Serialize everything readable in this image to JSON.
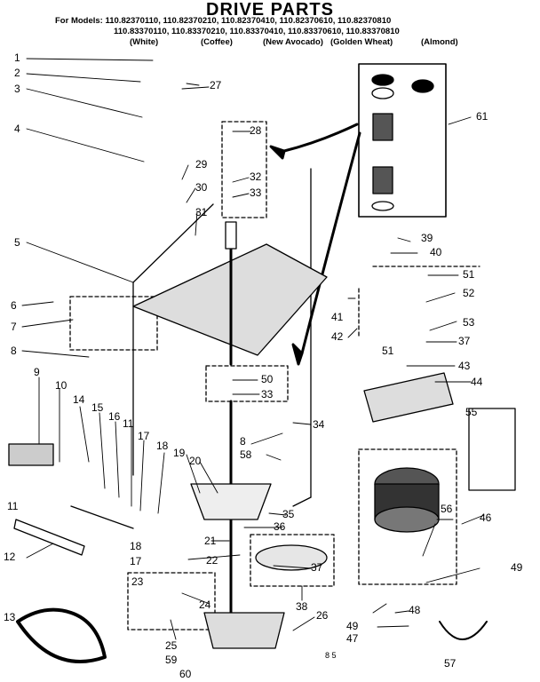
{
  "title": "DRIVE PARTS",
  "models": {
    "prefix": "For Models:",
    "row1": [
      "110.82370110,",
      "110.82370210,",
      "110.82370410,",
      "110.82370610,",
      "110.82370810"
    ],
    "row2": [
      "110.83370110,",
      "110.83370210,",
      "110.83370410,",
      "110.83370610,",
      "110.83370810"
    ],
    "colors": [
      "(White)",
      "(Coffee)",
      "(New Avocado)",
      "(Golden Wheat)",
      "(Almond)"
    ]
  },
  "callouts": [
    {
      "id": "c1",
      "text": "1"
    },
    {
      "id": "c2",
      "text": "2"
    },
    {
      "id": "c3",
      "text": "3"
    },
    {
      "id": "c4",
      "text": "4"
    },
    {
      "id": "c5",
      "text": "5"
    },
    {
      "id": "c6",
      "text": "6"
    },
    {
      "id": "c7",
      "text": "7"
    },
    {
      "id": "c8",
      "text": "8"
    },
    {
      "id": "c9",
      "text": "9"
    },
    {
      "id": "c10",
      "text": "10"
    },
    {
      "id": "c11a",
      "text": "11"
    },
    {
      "id": "c11b",
      "text": "11"
    },
    {
      "id": "c12",
      "text": "12"
    },
    {
      "id": "c13",
      "text": "13"
    },
    {
      "id": "c14",
      "text": "14"
    },
    {
      "id": "c15",
      "text": "15"
    },
    {
      "id": "c16",
      "text": "16"
    },
    {
      "id": "c17a",
      "text": "17"
    },
    {
      "id": "c17b",
      "text": "17"
    },
    {
      "id": "c18a",
      "text": "18"
    },
    {
      "id": "c18b",
      "text": "18"
    },
    {
      "id": "c19",
      "text": "19"
    },
    {
      "id": "c20",
      "text": "20"
    },
    {
      "id": "c21",
      "text": "21"
    },
    {
      "id": "c22",
      "text": "22"
    },
    {
      "id": "c23",
      "text": "23"
    },
    {
      "id": "c24",
      "text": "24"
    },
    {
      "id": "c25",
      "text": "25"
    },
    {
      "id": "c26",
      "text": "26"
    },
    {
      "id": "c27",
      "text": "27"
    },
    {
      "id": "c28",
      "text": "28"
    },
    {
      "id": "c29",
      "text": "29"
    },
    {
      "id": "c30",
      "text": "30"
    },
    {
      "id": "c31",
      "text": "31"
    },
    {
      "id": "c32",
      "text": "32"
    },
    {
      "id": "c33a",
      "text": "33"
    },
    {
      "id": "c33b",
      "text": "33"
    },
    {
      "id": "c34",
      "text": "34"
    },
    {
      "id": "c35",
      "text": "35"
    },
    {
      "id": "c36",
      "text": "36"
    },
    {
      "id": "c37a",
      "text": "37"
    },
    {
      "id": "c37b",
      "text": "37"
    },
    {
      "id": "c38",
      "text": "38"
    },
    {
      "id": "c39",
      "text": "39"
    },
    {
      "id": "c40",
      "text": "40"
    },
    {
      "id": "c41",
      "text": "41"
    },
    {
      "id": "c42",
      "text": "42"
    },
    {
      "id": "c43",
      "text": "43"
    },
    {
      "id": "c44",
      "text": "44"
    },
    {
      "id": "c46",
      "text": "46"
    },
    {
      "id": "c47",
      "text": "47"
    },
    {
      "id": "c48",
      "text": "48"
    },
    {
      "id": "c49a",
      "text": "49"
    },
    {
      "id": "c49b",
      "text": "49"
    },
    {
      "id": "c50",
      "text": "50"
    },
    {
      "id": "c51a",
      "text": "51"
    },
    {
      "id": "c51b",
      "text": "51"
    },
    {
      "id": "c52",
      "text": "52"
    },
    {
      "id": "c53",
      "text": "53"
    },
    {
      "id": "c55",
      "text": "55"
    },
    {
      "id": "c56",
      "text": "56"
    },
    {
      "id": "c57",
      "text": "57"
    },
    {
      "id": "c58",
      "text": "58"
    },
    {
      "id": "c59",
      "text": "59"
    },
    {
      "id": "c60",
      "text": "60"
    },
    {
      "id": "c61",
      "text": "61"
    },
    {
      "id": "c8b",
      "text": "8"
    }
  ],
  "footer_code": "8 5"
}
